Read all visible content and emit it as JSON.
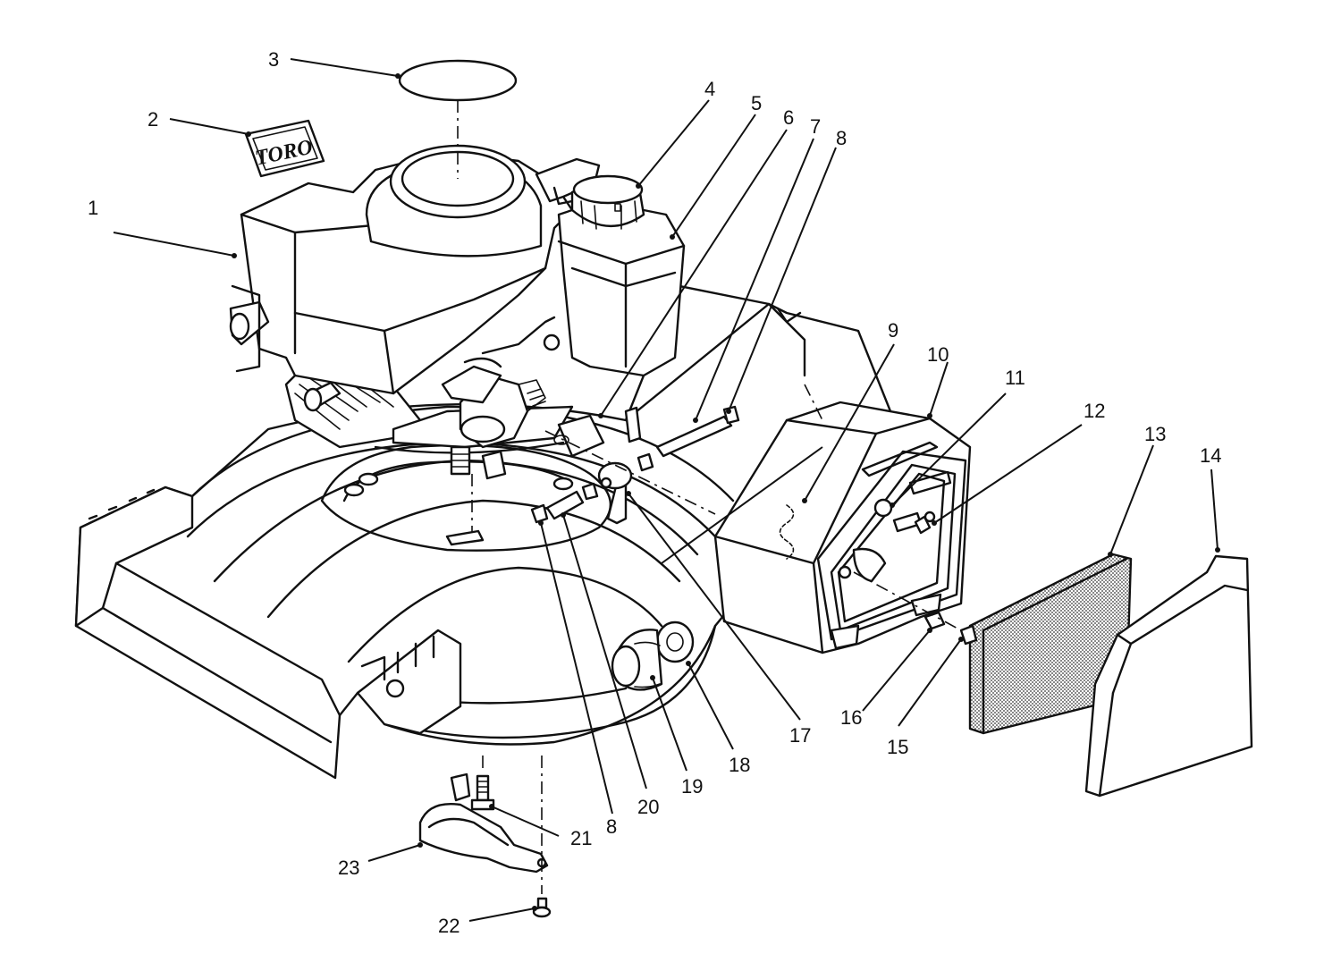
{
  "diagram": {
    "logo_text": "TORO",
    "callouts": [
      "1",
      "2",
      "3",
      "4",
      "5",
      "6",
      "7",
      "8",
      "9",
      "10",
      "11",
      "12",
      "13",
      "14",
      "15",
      "16",
      "17",
      "18",
      "19",
      "20",
      "21",
      "22",
      "23",
      "8"
    ]
  }
}
